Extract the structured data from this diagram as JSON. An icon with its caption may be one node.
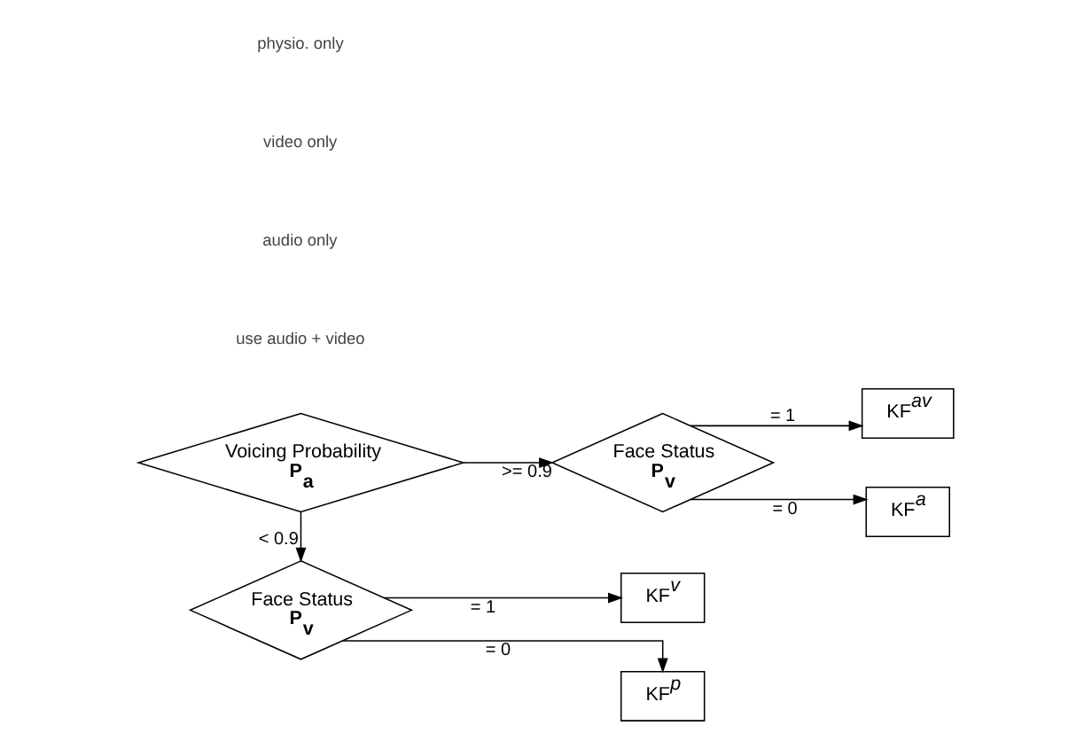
{
  "diagram": {
    "nodes": [
      {
        "text": [
          "Voicing Probability",
          "P$_{a}$"
        ]
      },
      {
        "text": [
          "Face Status",
          "P$_{v}$"
        ]
      },
      {
        "text": [
          "Face Status",
          "P$_{v}$"
        ]
      },
      {
        "text": [
          "KF$^{av}$"
        ]
      },
      {
        "text": [
          "KF$^{a}$"
        ]
      },
      {
        "text": [
          "KF$^{v}$"
        ]
      },
      {
        "text": [
          "KF$^{p}$"
        ]
      }
    ],
    "edges": [
      {
        "from": 0,
        "to": 1,
        "arrow": "to",
        "label": ">= 0.9"
      },
      {
        "from": 0,
        "to": 2,
        "arrow": "to",
        "label": "< 0.9"
      },
      {
        "from": 1,
        "to": 3,
        "arrow": "to",
        "label": "= 1"
      },
      {
        "from": 1,
        "to": 4,
        "arrow": "to",
        "label": "= 0"
      },
      {
        "from": 2,
        "to": 5,
        "arrow": "to",
        "label": "= 1"
      },
      {
        "from": 2,
        "to": 6,
        "arrow": "to",
        "label": "= 0"
      }
    ],
    "labels": [
      "use audio + video",
      "audio only",
      "video only",
      "physio. only"
    ]
  }
}
